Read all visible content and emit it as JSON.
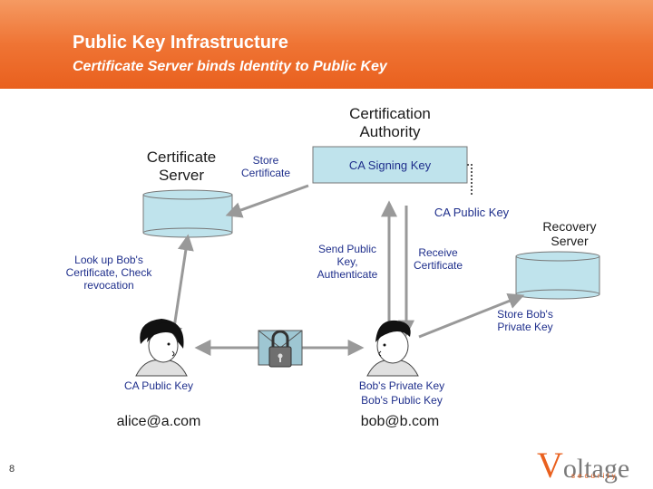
{
  "header": {
    "title": "Public Key Infrastructure",
    "subtitle": "Certificate Server binds Identity to Public Key",
    "color": "#ef7434"
  },
  "diagram": {
    "ca_label": "Certification Authority",
    "ca_key_box": "CA Signing Key",
    "cert_server_label": "Certificate Server",
    "store_certificate": "Store Certificate",
    "ca_public_key_top": "CA Public Key",
    "recovery_server_label": "Recovery Server",
    "lookup": "Look up Bob's Certificate, Check revocation",
    "send_public_key": "Send Public Key, Authenticate",
    "receive_certificate": "Receive Certificate",
    "store_private_key": "Store Bob's Private Key",
    "alice_key": "CA Public Key",
    "alice_email": "alice@a.com",
    "bob_private_key": "Bob's Private Key",
    "bob_public_key": "Bob's Public Key",
    "bob_email": "bob@b.com",
    "accent_blue": "#1f2f8c",
    "cylinder_fill": "#bfe3ec"
  },
  "footer": {
    "page_number": "8",
    "logo_text": "oltage",
    "logo_initial": "V",
    "logo_tagline": "security"
  }
}
